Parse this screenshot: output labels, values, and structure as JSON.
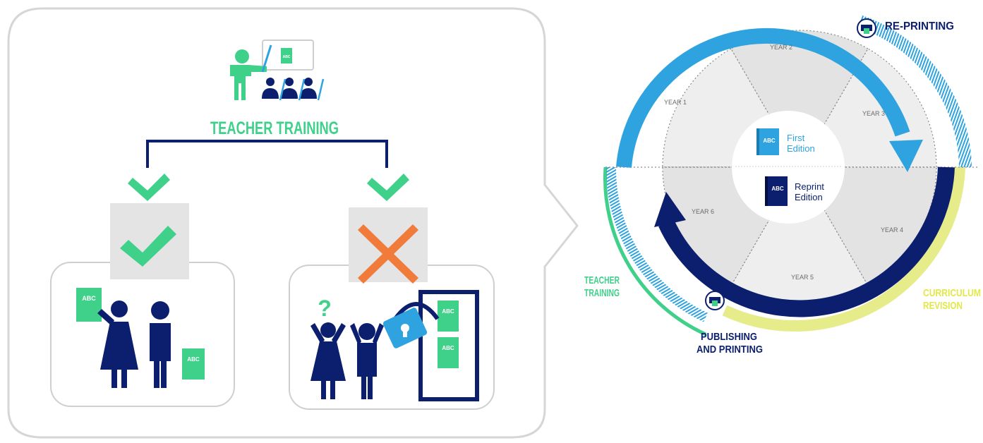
{
  "left_panel": {
    "title": "TEACHER TRAINING",
    "book_label": "ABC"
  },
  "cycle": {
    "years": [
      "YEAR 1",
      "YEAR 2",
      "YEAR 3",
      "YEAR 4",
      "YEAR 5",
      "YEAR 6"
    ],
    "first_edition": {
      "badge": "ABC",
      "line1": "First",
      "line2": "Edition"
    },
    "reprint_edition": {
      "badge": "ABC",
      "line1": "Reprint",
      "line2": "Edition"
    },
    "labels": {
      "re_printing": "RE-PRINTING",
      "teacher_training_1": "TEACHER",
      "teacher_training_2": "TRAINING",
      "curriculum_1": "CURRICULUM",
      "curriculum_2": "REVISION",
      "publishing_1": "PUBLISHING",
      "publishing_2": "AND PRINTING"
    }
  },
  "colors": {
    "green": "#3fd08a",
    "navy": "#0b1f6e",
    "blue": "#2ea3e0",
    "orange": "#f07b3a",
    "yellow": "#e6ec8a",
    "grey_box": "#e4e4e4"
  }
}
